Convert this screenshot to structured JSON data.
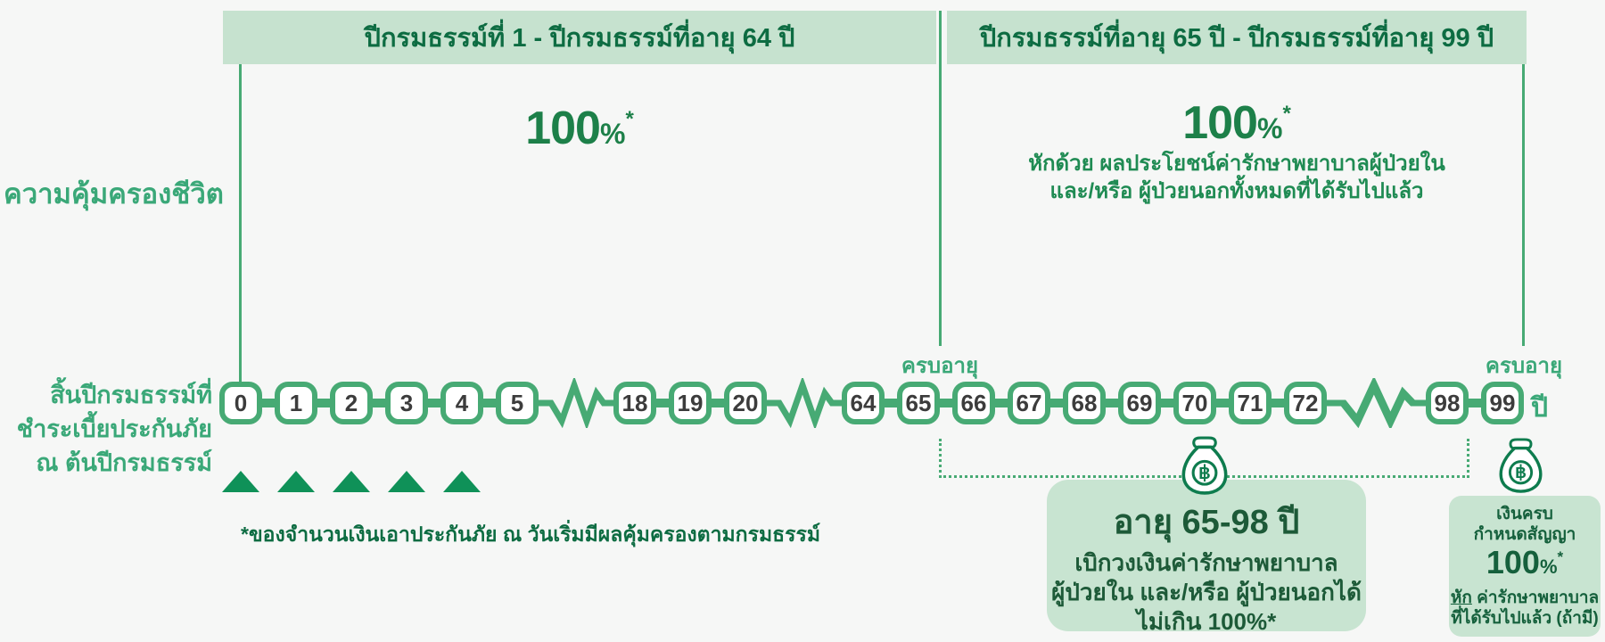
{
  "colors": {
    "background": "#f6f7f6",
    "header_bg_light_green": "#c6e2cf",
    "dark_green_text": "#0d6c42",
    "bright_green_value": "#1d8049",
    "medium_green_label": "#3aa878",
    "timeline_green": "#47aa74",
    "triangle_green": "#0f9158",
    "callout_bg": "#c8e4d1",
    "callout_text": "#1d5a38"
  },
  "header": {
    "section1": "ปีกรมธรรม์ที่ 1 - ปีกรมธรรม์ที่อายุ 64 ปี",
    "section2": "ปีกรมธรรม์ที่อายุ 65 ปี - ปีกรมธรรม์ที่อายุ 99 ปี"
  },
  "life_coverage": {
    "row_label": "ความคุ้มครองชีวิต",
    "section1": {
      "value": "100",
      "percent_sign": "%",
      "asterisk": "*"
    },
    "section2": {
      "value": "100",
      "percent_sign": "%",
      "asterisk": "*",
      "note_line1": "หักด้วย ผลประโยชน์ค่ารักษาพยาบาลผู้ป่วยใน",
      "note_line2": "และ/หรือ ผู้ป่วยนอกทั้งหมดที่ได้รับไปแล้ว"
    }
  },
  "timeline": {
    "axis_label_lines": [
      "สิ้นปีกรมธรรม์ที่",
      "ชำระเบี้ยประกันภัย",
      "ณ ต้นปีกรมธรรม์"
    ],
    "items": [
      "0",
      "1",
      "2",
      "3",
      "4",
      "5",
      "BREAK",
      "18",
      "19",
      "20",
      "BREAK",
      "64",
      "65",
      "66",
      "67",
      "68",
      "69",
      "70",
      "71",
      "72",
      "BREAK",
      "98",
      "99"
    ],
    "unit_label": "ปี",
    "maturity_at_65": "ครบอายุ",
    "maturity_at_99": "ครบอายุ",
    "premium_marker_count": 5
  },
  "footnote": "*ของจำนวนเงินเอาประกันภัย ณ วันเริ่มมีผลคุ้มครองตามกรมธรรม์",
  "callout_65_98": {
    "title": "อายุ 65-98 ปี",
    "lines": [
      "เบิกวงเงินค่ารักษาพยาบาล",
      "ผู้ป่วยใน และ/หรือ ผู้ป่วยนอกได้",
      "ไม่เกิน 100%*"
    ]
  },
  "callout_99": {
    "line1": "เงินครบ",
    "line2": "กำหนดสัญญา",
    "amount": "100",
    "percent_sign": "%",
    "asterisk": "*",
    "deduct_word": "หัก",
    "deduct_rest": "ค่ารักษาพยาบาล",
    "last_line": "ที่ได้รับไปแล้ว (ถ้ามี)"
  },
  "icons": {
    "money_bag": "money-bag-baht-icon",
    "currency": "baht"
  }
}
